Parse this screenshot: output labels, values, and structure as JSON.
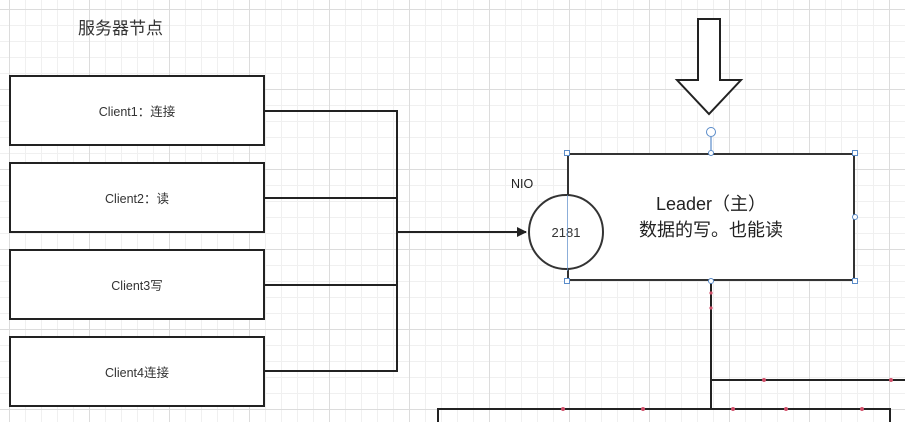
{
  "title": "服务器节点",
  "clients": [
    {
      "label": "Client1：连接"
    },
    {
      "label": "Client2：读"
    },
    {
      "label": "Client3写"
    },
    {
      "label": "Client4连接"
    }
  ],
  "port": {
    "caption": "NIO",
    "number": "2181"
  },
  "leader": {
    "line1": "Leader（主）",
    "line2": "数据的写。也能读"
  },
  "colors": {
    "stroke": "#222222",
    "selection": "#5b8cc9",
    "connector_dot": "#d0506a"
  }
}
